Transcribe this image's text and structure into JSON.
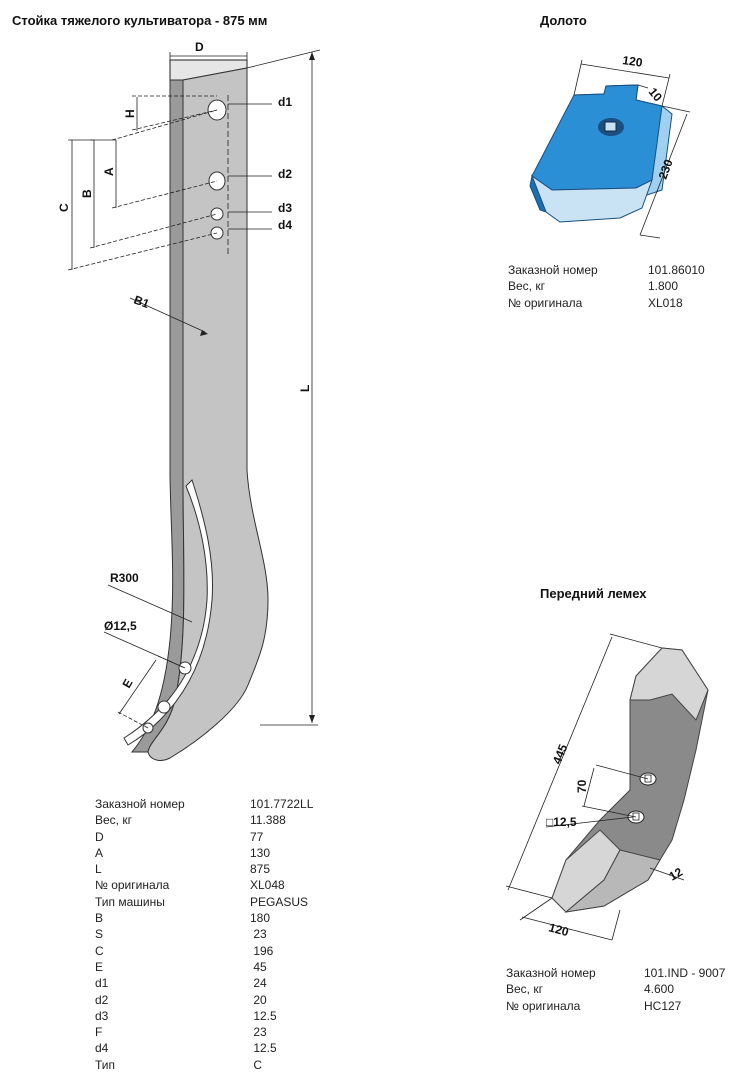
{
  "stand": {
    "title": "Стойка тяжелого культиватора - 875 мм",
    "dims": {
      "D": "D",
      "H": "H",
      "A": "A",
      "B": "B",
      "C": "C",
      "B1": "B1",
      "L": "L",
      "E": "E",
      "d1": "d1",
      "d2": "d2",
      "d3": "d3",
      "d4": "d4",
      "R": "R300",
      "hole": "Ø12,5"
    },
    "specs": [
      {
        "label": "Заказной номер",
        "value": "101.7722LL"
      },
      {
        "label": "Вес, кг",
        "value": "11.388"
      },
      {
        "label": "D",
        "value": "77"
      },
      {
        "label": "A",
        "value": "130"
      },
      {
        "label": "L",
        "value": "875"
      },
      {
        "label": "№ оригинала",
        "value": "XL048"
      },
      {
        "label": "Тип машины",
        "value": "PEGASUS"
      },
      {
        "label": "B",
        "value": "180"
      },
      {
        "label": "S",
        "value": " 23"
      },
      {
        "label": "C",
        "value": " 196"
      },
      {
        "label": "E",
        "value": " 45"
      },
      {
        "label": "d1",
        "value": " 24"
      },
      {
        "label": "d2",
        "value": " 20"
      },
      {
        "label": "d3",
        "value": " 12.5"
      },
      {
        "label": "F",
        "value": " 23"
      },
      {
        "label": "d4",
        "value": " 12.5"
      },
      {
        "label": "Тип",
        "value": " C"
      }
    ]
  },
  "chisel": {
    "title": "Долото",
    "dims": {
      "width": "120",
      "notch": "10",
      "length": "230"
    },
    "specs": [
      {
        "label": "Заказной номер",
        "value": "101.86010"
      },
      {
        "label": "Вес, кг",
        "value": "1.800"
      },
      {
        "label": "№ оригинала",
        "value": "XL018"
      }
    ]
  },
  "share": {
    "title": "Передний лемех",
    "dims": {
      "length": "445",
      "spacing": "70",
      "hole": "□12,5",
      "thickness": "12",
      "width": "120"
    },
    "specs": [
      {
        "label": "Заказной номер",
        "value": "101.IND - 9007"
      },
      {
        "label": "Вес, кг",
        "value": "4.600"
      },
      {
        "label": "№ оригинала",
        "value": "HC127"
      }
    ]
  },
  "colors": {
    "chisel_blue": "#2b8fd6",
    "part_grey": "#b5b5b5",
    "share_grey": "#8a8a8a"
  }
}
